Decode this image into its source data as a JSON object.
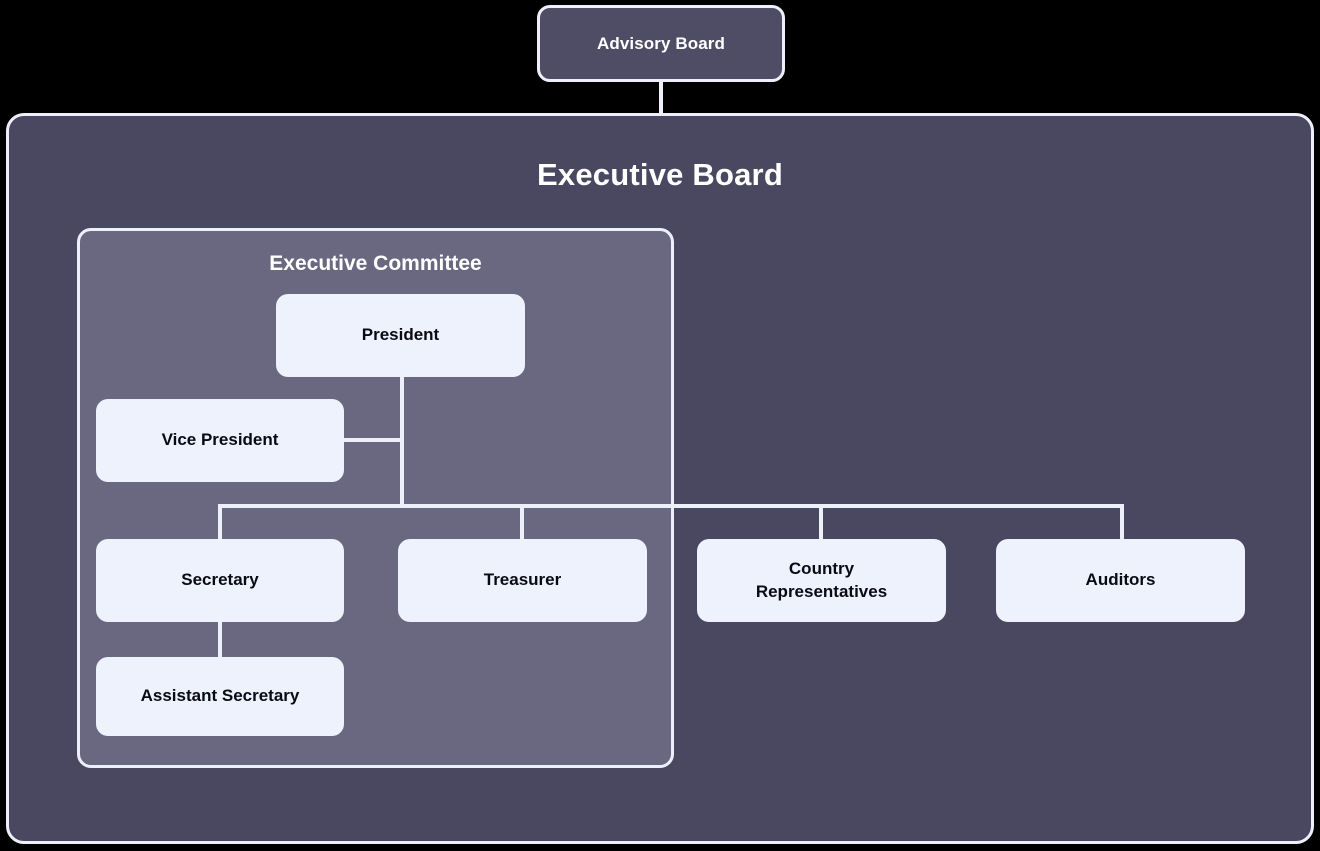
{
  "diagram": {
    "title": "Executive Board",
    "advisory": {
      "label": "Advisory Board"
    },
    "committee": {
      "title": "Executive Committee"
    },
    "nodes": {
      "president": "President",
      "vice_president": "Vice President",
      "secretary": "Secretary",
      "assistant_secretary": "Assistant Secretary",
      "treasurer": "Treasurer",
      "country_representatives": "Country\nRepresentatives",
      "auditors": "Auditors"
    },
    "colors": {
      "page_background": "#000000",
      "board_panel": "#4a4760",
      "committee_panel": "#6a6880",
      "advisory_panel": "#4f4c66",
      "node_fill": "#eef2fd",
      "node_text": "#0a0a14",
      "line": "#edf0fb",
      "panel_text": "#ffffff"
    }
  }
}
